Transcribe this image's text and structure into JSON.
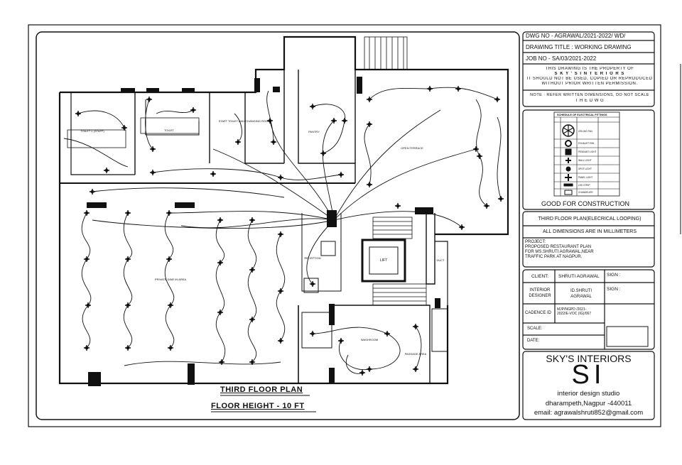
{
  "drawing": {
    "plan_title": "THIRD FLOOR PLAN",
    "floor_height": "FLOOR HEIGHT - 10 FT",
    "rooms": {
      "toilet_1": "TOILET 1 (STAFF)",
      "toilet_2": "TOILET",
      "staff_toilet": "STAFF TOILET AND CHANGING ROOM",
      "pantry": "PANTRY",
      "open_terrace": "OPEN TERRACE",
      "private_dine": "PRIVATE DINE IN AREA",
      "reception": "RECEPTION",
      "lift": "LIFT",
      "duct": "DUCT",
      "washroom": "WASHROOM",
      "passage": "PASSAGE AREA"
    }
  },
  "title_block": {
    "dwg_no": "DWG NO - AGRAWAL/2021-2022/ WD/",
    "drawing_title": "DRAWING TITLE : WORKING DRAWING",
    "job_no": "JOB NO - SA/03/2021-2022",
    "property_line1": "THIS DRAWING IS THE PROPERTY OF",
    "property_line2": "S K Y ' S   I N T E R I O R S",
    "property_line3": "IT SHOULD NOT BE USED, COPIED OR REPRODUCED",
    "property_line4": "WITHOUT PRIOR WRITTEN PERMISSION.",
    "note_line1": "NOTE : REFER WRITTEN DIMENSIONS, DO NOT SCALE",
    "note_line2": "T H E   D W G",
    "schedule_title": "SCHEDULE OF ELECTRICAL FITTINGS",
    "good_for_construction": "GOOD FOR CONSTRUCTION",
    "sheet_name": "THIRD FLOOR PLAN(ELECRICAL LOOPING)",
    "dimensions_note": "ALL DIMENSIONS ARE IN MILLIMETERS",
    "project_line1": "PROJECT:",
    "project_line2": "PROPOSED RESTAURANT PLAN",
    "project_line3": "FOR MS.SHRUTI AGRAWAL,NEAR",
    "project_line4": "TRAFFIC PARK AT NAGPUR.",
    "client_label": "CLIENT:",
    "client_value": "SHRUTI AGRAWAL",
    "sign_label_1": "SIGN :",
    "designer_label_1": "INTERIOR",
    "designer_label_2": "DESIGNER",
    "designer_value_1": "ID.SHRUTI",
    "designer_value_2": "AGRAWAL",
    "sign_label_2": "SIGN :",
    "cadence_label": "CADENCE ID",
    "cadence_value_1": "MJP/NGPD /2021-",
    "cadence_value_2": "2022/E-VOC (IG)/067",
    "scale_label": "SCALE:",
    "date_label": "DATE:",
    "studio_name": "SKY'S INTERIORS",
    "logo": "SI",
    "studio_tagline": "interior design studio",
    "studio_address": "dharampeth,Nagpur -440011",
    "studio_email": "email: agrawalshruti852@gmail.com"
  },
  "legend_items": [
    "CEILING FAN",
    "EXHAUST FAN",
    "PENDANT LIGHT",
    "WALL LIGHT",
    "SPOT LIGHT",
    "PANEL LIGHT",
    "LED STRIP",
    "CHANDELIER"
  ],
  "colors": {
    "ink": "#111111",
    "paper": "#ffffff"
  }
}
